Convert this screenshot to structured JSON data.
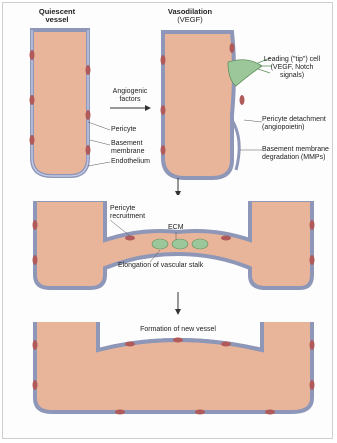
{
  "panels": {
    "top": {
      "quiescent_title": [
        "Quiescent",
        "vessel"
      ],
      "vasodilation_title": [
        "Vasodilation",
        "(VEGF)"
      ],
      "angiogenic_factors": [
        "Angiogenic",
        "factors"
      ],
      "pericyte": "Pericyte",
      "basement_membrane": [
        "Basement",
        "membrane"
      ],
      "endothelium": "Endothelium",
      "leading_cell": [
        "Leading (\"tip\") cell",
        "(VEGF, Notch",
        "signals)"
      ],
      "pericyte_detachment": [
        "Pericyte detachment",
        "(angiopoietin)"
      ],
      "bm_degradation": [
        "Basement membrane",
        "degradation (MMPs)"
      ]
    },
    "middle": {
      "pericyte_recruitment": [
        "Pericyte",
        "recruitment"
      ],
      "ecm": "ECM",
      "elongation": "Elongation of vascular stalk"
    },
    "bottom": {
      "formation": "Formation of new vessel"
    }
  },
  "colors": {
    "vessel_fill": "#e8b59a",
    "vessel_wall": "#8f97b8",
    "pericyte": "#b05a5a",
    "tip_cell": "#9cc79a",
    "arrow": "#333333"
  }
}
